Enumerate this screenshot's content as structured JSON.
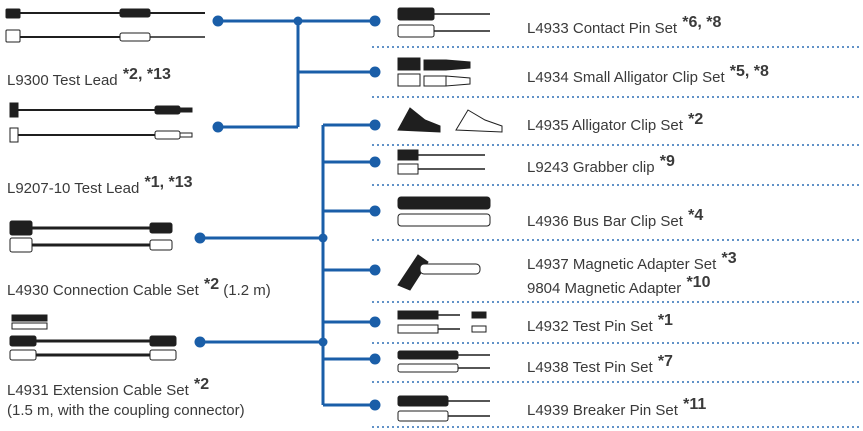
{
  "colors": {
    "connector": "#1a5ea8",
    "separator": "#2d6fb5",
    "text": "#3a3a3a",
    "probe": "#1f1f1f"
  },
  "left_items": [
    {
      "name": "L9300 Test Lead",
      "note": "*2, *13",
      "icon": "test-lead-pair-icon"
    },
    {
      "name": "L9207-10 Test Lead",
      "note": "*1, *13",
      "icon": "test-lead-pair-icon"
    },
    {
      "name": "L4930 Connection Cable Set",
      "note": "*2",
      "extra": "(1.2 m)",
      "icon": "cable-set-icon"
    },
    {
      "name": "L4931 Extension Cable Set",
      "note": "*2",
      "line2": "(1.5 m, with the coupling connector)",
      "icon": "extension-cable-icon"
    }
  ],
  "right_items": [
    {
      "name": "L4933 Contact Pin Set",
      "note": "*6, *8",
      "icon": "contact-pin-icon"
    },
    {
      "name": "L4934 Small Alligator Clip Set",
      "note": "*5, *8",
      "icon": "small-alligator-clip-icon"
    },
    {
      "name": "L4935 Alligator Clip Set",
      "note": "*2",
      "icon": "alligator-clip-icon"
    },
    {
      "name": "L9243 Grabber clip",
      "note": "*9",
      "icon": "grabber-clip-icon"
    },
    {
      "name": "L4936 Bus Bar Clip Set",
      "note": "*4",
      "icon": "bus-bar-clip-icon"
    },
    {
      "name": "L4937 Magnetic Adapter Set",
      "note": "*3",
      "line2_name": "9804 Magnetic Adapter",
      "line2_note": "*10",
      "icon": "magnetic-adapter-icon"
    },
    {
      "name": "L4932 Test Pin Set",
      "note": "*1",
      "icon": "test-pin-icon"
    },
    {
      "name": "L4938 Test Pin Set",
      "note": "*7",
      "icon": "test-pin-icon"
    },
    {
      "name": "L4939 Breaker Pin Set",
      "note": "*11",
      "icon": "breaker-pin-icon"
    }
  ]
}
